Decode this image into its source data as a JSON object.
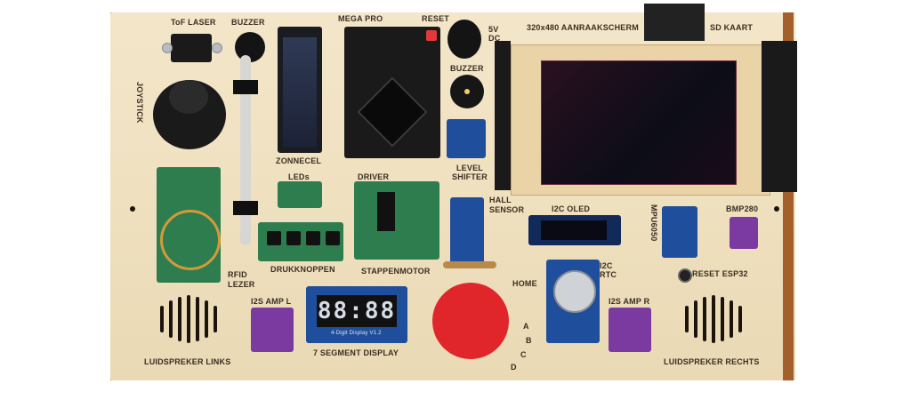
{
  "labels": {
    "tof_laser": "ToF LASER",
    "buzzer_top": "BUZZER",
    "mega_pro": "MEGA PRO",
    "reset_top": "RESET",
    "v5_dc": "5V DC",
    "screen": "320x480 AANRAAKSCHERM",
    "sd_kaart": "SD KAART",
    "joystick": "JOYSTICK",
    "zonnecel": "ZONNECEL",
    "buzzer_mid": "BUZZER",
    "level_shifter": "LEVEL SHIFTER",
    "leds": "LEDs",
    "driver": "DRIVER",
    "hall_sensor": "HALL SENSOR",
    "i2c_oled": "I2C OLED",
    "mpu": "MPU6050",
    "bmp": "BMP280",
    "rfid": "RFID LEZER",
    "drukknoppen": "DRUKKNOPPEN",
    "stappenmotor": "STAPPENMOTOR",
    "i2c_rtc": "I2C RTC",
    "reset_esp32": "RESET ESP32",
    "home": "HOME",
    "i2s_amp_l": "I2S AMP L",
    "i2s_amp_r": "I2S AMP R",
    "seven_segment": "7 SEGMENT DISPLAY",
    "luidspreker_links": "LUIDSPREKER LINKS",
    "luidspreker_rechts": "LUIDSPREKER RECHTS",
    "dial_a": "A",
    "dial_b": "B",
    "dial_c": "C",
    "dial_d": "D",
    "display_digits": "88:88",
    "display_caption": "4-Digit Display V1.2"
  },
  "colors": {
    "wood": "#efe0bf",
    "pcb_blue": "#1f4f9c",
    "pcb_green": "#2e7d4f",
    "pcb_purple": "#7a3aa0",
    "dial_red": "#e0262a"
  }
}
